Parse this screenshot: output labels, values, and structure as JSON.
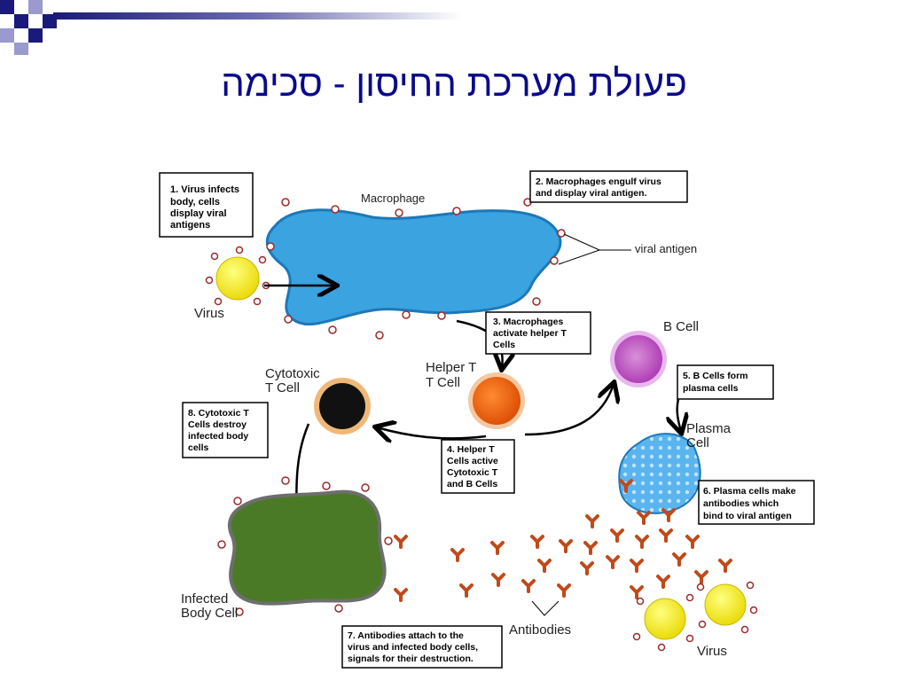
{
  "slide_title": "פעולת מערכת החיסון - סכימה",
  "colors": {
    "title": "#0a0a8a",
    "deco_dark": "#1a1a7a",
    "deco_light": "#9a9acf",
    "macrophage": "#3aa3e0",
    "virus": "#f2e600",
    "helper_t": "#f06a10",
    "cytotoxic": "#111111",
    "b_cell": "#c050c8",
    "plasma": "#5ab4f0",
    "infected": "#4a7a26",
    "antibody": "#c04a1a"
  },
  "labels": {
    "macrophage": "Macrophage",
    "viral_antigen": "viral antigen",
    "virus_left": "Virus",
    "virus_right": "Virus",
    "b_cell": "B Cell",
    "helper_t_line1": "Helper T",
    "helper_t_line2": "T Cell",
    "cytotoxic_line1": "Cytotoxic",
    "cytotoxic_line2": "T Cell",
    "plasma_line1": "Plasma",
    "plasma_line2": "Cell",
    "infected_line1": "Infected",
    "infected_line2": "Body Cell",
    "antibodies": "Antibodies"
  },
  "steps": {
    "s1": [
      "1. Virus infects",
      "body, cells",
      "display viral",
      "antigens"
    ],
    "s2": [
      "2. Macrophages engulf virus",
      "and display viral antigen."
    ],
    "s3": [
      "3. Macrophages",
      "activate helper T",
      "Cells"
    ],
    "s4": [
      "4. Helper T",
      "Cells active",
      "Cytotoxic T",
      "and B Cells"
    ],
    "s5": [
      "5. B Cells form",
      "plasma cells"
    ],
    "s6": [
      "6. Plasma cells make",
      "antibodies which",
      "bind to viral antigen"
    ],
    "s7": [
      "7. Antibodies attach to the",
      "virus and infected body cells,",
      "signals for their destruction."
    ],
    "s8": [
      "8. Cytotoxic T",
      "Cells destroy",
      "infected body",
      "cells"
    ]
  }
}
